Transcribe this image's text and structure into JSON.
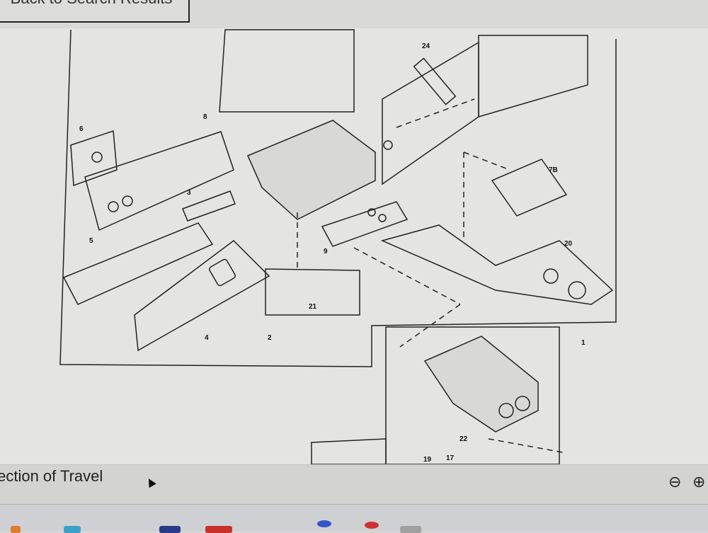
{
  "header": {
    "back_button": "Back to Search Results"
  },
  "diagram": {
    "callouts": [
      "6",
      "8",
      "3",
      "5",
      "4",
      "2",
      "21",
      "9",
      "24",
      "7B",
      "20",
      "1",
      "22",
      "19",
      "17"
    ]
  },
  "footer": {
    "caption": "Direction of Travel",
    "zoom_out": "zoom-out-icon",
    "zoom_in": "zoom-in-icon"
  },
  "taskbar": {
    "colors": [
      "#e07b2a",
      "#3aa0c8",
      "#2a3a8a",
      "#c8302a",
      "#3355cc",
      "#d03030",
      "#a0a0a0"
    ]
  }
}
